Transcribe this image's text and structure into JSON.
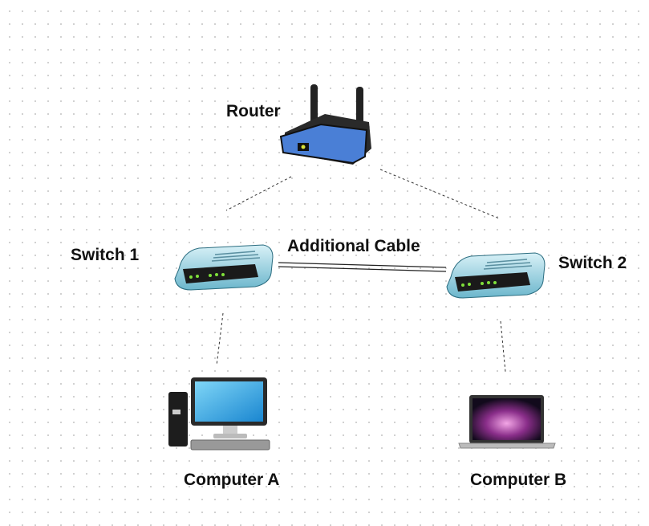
{
  "nodes": {
    "router": {
      "label": "Router",
      "icon": "wireless-router-icon"
    },
    "switch1": {
      "label": "Switch 1",
      "icon": "network-switch-icon"
    },
    "switch2": {
      "label": "Switch 2",
      "icon": "network-switch-icon"
    },
    "computer_a": {
      "label": "Computer A",
      "icon": "desktop-computer-icon"
    },
    "computer_b": {
      "label": "Computer B",
      "icon": "laptop-icon"
    }
  },
  "edges": [
    {
      "from": "router",
      "to": "switch1",
      "style": "dashed"
    },
    {
      "from": "router",
      "to": "switch2",
      "style": "dashed"
    },
    {
      "from": "switch1",
      "to": "computer_a",
      "style": "dashed"
    },
    {
      "from": "switch2",
      "to": "computer_b",
      "style": "dashed"
    },
    {
      "from": "switch1",
      "to": "switch2",
      "style": "double",
      "label": "Additional Cable"
    }
  ],
  "colors": {
    "router_body": "#4a7fd6",
    "switch_body": "#8fd0e0",
    "screen": "#3fb0ea",
    "led": "#7fe03a"
  }
}
